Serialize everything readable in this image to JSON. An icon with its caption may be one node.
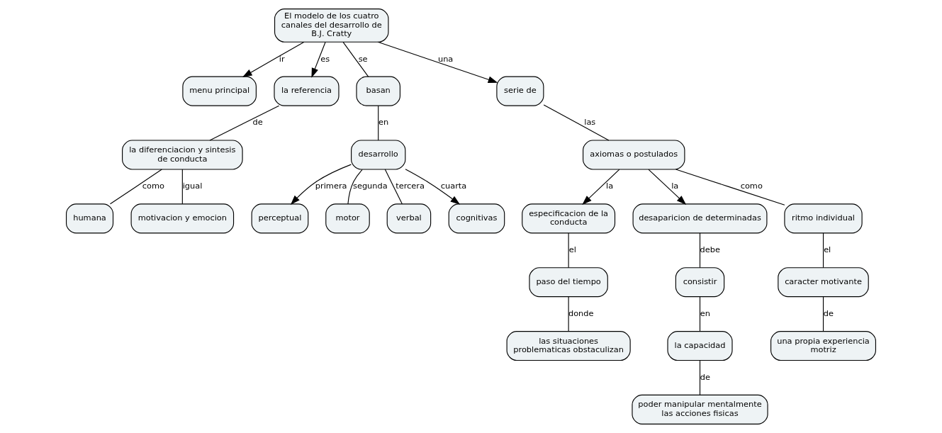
{
  "diagram": {
    "nodes": [
      {
        "text": [
          "El modelo de los cuatro canales del desarrollo de B.J. Cratty"
        ]
      },
      {
        "text": [
          "menu principal"
        ]
      },
      {
        "text": [
          "la referencia"
        ]
      },
      {
        "text": [
          "la diferenciacion y sintesis de conducta"
        ]
      },
      {
        "text": [
          "humana"
        ]
      },
      {
        "text": [
          "motivacion y emocion"
        ]
      },
      {
        "text": [
          "basan"
        ]
      },
      {
        "text": [
          "desarrollo"
        ]
      },
      {
        "text": [
          "perceptual"
        ]
      },
      {
        "text": [
          "motor"
        ]
      },
      {
        "text": [
          "verbal"
        ]
      },
      {
        "text": [
          "cognitivas"
        ]
      },
      {
        "text": [
          "serie de"
        ]
      },
      {
        "text": [
          "axiomas o postulados"
        ]
      },
      {
        "text": [
          "especificacion de la conducta"
        ]
      },
      {
        "text": [
          "desaparicion de determinadas"
        ]
      },
      {
        "text": [
          "ritmo individual"
        ]
      },
      {
        "text": [
          "caracter motivante"
        ]
      },
      {
        "text": [
          "una propia experiencia motriz"
        ]
      },
      {
        "text": [
          "paso del tiempo"
        ]
      },
      {
        "text": [
          "las situaciones problematicas obstaculizan"
        ]
      },
      {
        "text": [
          "consistir"
        ]
      },
      {
        "text": [
          "la capacidad"
        ]
      },
      {
        "text": [
          "poder manipular mentalmente las acciones fisicas"
        ]
      }
    ],
    "edges": [
      {
        "from": 0,
        "to": 1,
        "arrow": "to",
        "label": "ir"
      },
      {
        "from": 0,
        "to": 2,
        "arrow": "to",
        "label": "es"
      },
      {
        "from": 0,
        "to": 6,
        "arrow": "none",
        "label": "se"
      },
      {
        "from": 0,
        "to": 12,
        "arrow": "to",
        "label": "una"
      },
      {
        "from": 2,
        "to": 3,
        "arrow": "none",
        "label": "de"
      },
      {
        "from": 3,
        "to": 4,
        "arrow": "none",
        "label": "como"
      },
      {
        "from": 3,
        "to": 5,
        "arrow": "none",
        "label": "igual"
      },
      {
        "from": 6,
        "to": 7,
        "arrow": "none",
        "label": "en"
      },
      {
        "from": 7,
        "to": 8,
        "arrow": "to",
        "label": "primera"
      },
      {
        "from": 7,
        "to": 9,
        "arrow": "none",
        "label": "segunda"
      },
      {
        "from": 7,
        "to": 10,
        "arrow": "none",
        "label": "tercera"
      },
      {
        "from": 7,
        "to": 11,
        "arrow": "to",
        "label": "cuarta"
      },
      {
        "from": 12,
        "to": 13,
        "arrow": "none",
        "label": "las"
      },
      {
        "from": 13,
        "to": 15,
        "arrow": "to",
        "label": "la"
      },
      {
        "from": 13,
        "to": 14,
        "arrow": "to",
        "label": "la"
      },
      {
        "from": 13,
        "to": 16,
        "arrow": "none",
        "label": "como"
      },
      {
        "from": 16,
        "to": 17,
        "arrow": "none",
        "label": "el"
      },
      {
        "from": 17,
        "to": 18,
        "arrow": "none",
        "label": "de"
      },
      {
        "from": 14,
        "to": 19,
        "arrow": "none",
        "label": "el"
      },
      {
        "from": 19,
        "to": 20,
        "arrow": "none",
        "label": "donde"
      },
      {
        "from": 15,
        "to": 21,
        "arrow": "none",
        "label": "debe"
      },
      {
        "from": 21,
        "to": 22,
        "arrow": "none",
        "label": "en"
      },
      {
        "from": 22,
        "to": 23,
        "arrow": "none",
        "label": "de"
      }
    ]
  }
}
